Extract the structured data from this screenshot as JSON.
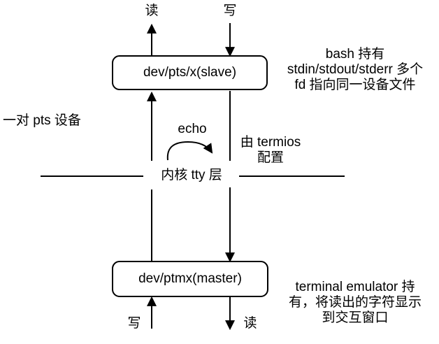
{
  "diagram": {
    "background_color": "#ffffff",
    "line_color": "#000000",
    "top": {
      "read": "读",
      "write": "写"
    },
    "boxes": {
      "slave": "dev/pts/x(slave)",
      "master": "dev/ptmx(master)"
    },
    "notes": {
      "pts_pair": "一对 pts 设备",
      "bash": {
        "line1": "bash 持有",
        "line2": "stdin/stdout/stderr 多个",
        "line3": "fd 指向同一设备文件"
      },
      "echo": "echo",
      "termios": {
        "line1": "由 termios",
        "line2": "配置"
      },
      "kernel": "内核 tty 层",
      "terminal": {
        "line1": "terminal emulator 持",
        "line2": "有，将读出的字符显示",
        "line3": "到交互窗口"
      }
    },
    "bottom": {
      "write": "写",
      "read": "读"
    }
  }
}
